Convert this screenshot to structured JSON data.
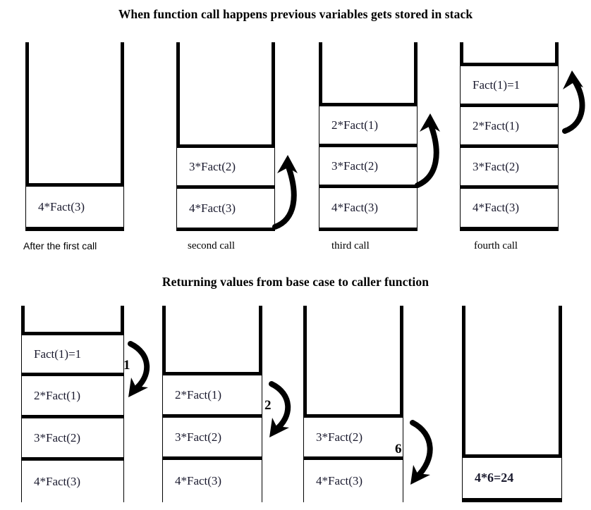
{
  "titles": {
    "top": "When function call happens previous variables gets stored in stack",
    "bottom": "Returning values from base case to caller function"
  },
  "chart_data": {
    "type": "diagram",
    "title": "Recursive factorial call stack (Fact(4))",
    "phases": [
      {
        "name": "calls",
        "heading": "When function call happens previous variables gets stored in stack",
        "stacks": [
          {
            "caption": "After the first call",
            "caption_font": "sans",
            "frames": [
              "4*Fact(3)"
            ],
            "arrow": null
          },
          {
            "caption": "second call",
            "caption_font": "serif",
            "frames": [
              "3*Fact(2)",
              "4*Fact(3)"
            ],
            "arrow": {
              "direction": "up",
              "label": ""
            }
          },
          {
            "caption": "third call",
            "caption_font": "serif",
            "frames": [
              "2*Fact(1)",
              "3*Fact(2)",
              "4*Fact(3)"
            ],
            "arrow": {
              "direction": "up",
              "label": ""
            }
          },
          {
            "caption": "fourth call",
            "caption_font": "serif",
            "frames": [
              "Fact(1)=1",
              "2*Fact(1)",
              "3*Fact(2)",
              "4*Fact(3)"
            ],
            "arrow": {
              "direction": "up",
              "label": ""
            }
          }
        ]
      },
      {
        "name": "returns",
        "heading": "Returning values from base case to caller function",
        "stacks": [
          {
            "caption": "",
            "frames": [
              "Fact(1)=1",
              "2*Fact(1)",
              "3*Fact(2)",
              "4*Fact(3)"
            ],
            "arrow": {
              "direction": "down",
              "label": "1"
            }
          },
          {
            "caption": "",
            "frames": [
              "2*Fact(1)",
              "3*Fact(2)",
              "4*Fact(3)"
            ],
            "arrow": {
              "direction": "down",
              "label": "2"
            }
          },
          {
            "caption": "",
            "frames": [
              "3*Fact(2)",
              "4*Fact(3)"
            ],
            "arrow": {
              "direction": "down",
              "label": "6"
            }
          },
          {
            "caption": "",
            "frames": [
              "4*6=24"
            ],
            "frames_bold": true,
            "arrow": null
          }
        ]
      }
    ]
  },
  "top_row": {
    "stack1": {
      "caption": "After the first call",
      "cells": [
        "4*Fact(3)"
      ]
    },
    "stack2": {
      "caption": "second call",
      "cells": [
        "3*Fact(2)",
        "4*Fact(3)"
      ]
    },
    "stack3": {
      "caption": "third call",
      "cells": [
        "2*Fact(1)",
        "3*Fact(2)",
        "4*Fact(3)"
      ]
    },
    "stack4": {
      "caption": "fourth call",
      "cells": [
        "Fact(1)=1",
        "2*Fact(1)",
        "3*Fact(2)",
        "4*Fact(3)"
      ]
    }
  },
  "bottom_row": {
    "stack1": {
      "cells": [
        "Fact(1)=1",
        "2*Fact(1)",
        "3*Fact(2)",
        "4*Fact(3)"
      ],
      "arrow_label": "1"
    },
    "stack2": {
      "cells": [
        "2*Fact(1)",
        "3*Fact(2)",
        "4*Fact(3)"
      ],
      "arrow_label": "2"
    },
    "stack3": {
      "cells": [
        "3*Fact(2)",
        "4*Fact(3)"
      ],
      "arrow_label": "6"
    },
    "stack4": {
      "cells": [
        "4*6=24"
      ],
      "arrow_label": ""
    }
  },
  "colors": {
    "ink": "#000000",
    "text": "#1a1a2e",
    "background": "#ffffff"
  }
}
